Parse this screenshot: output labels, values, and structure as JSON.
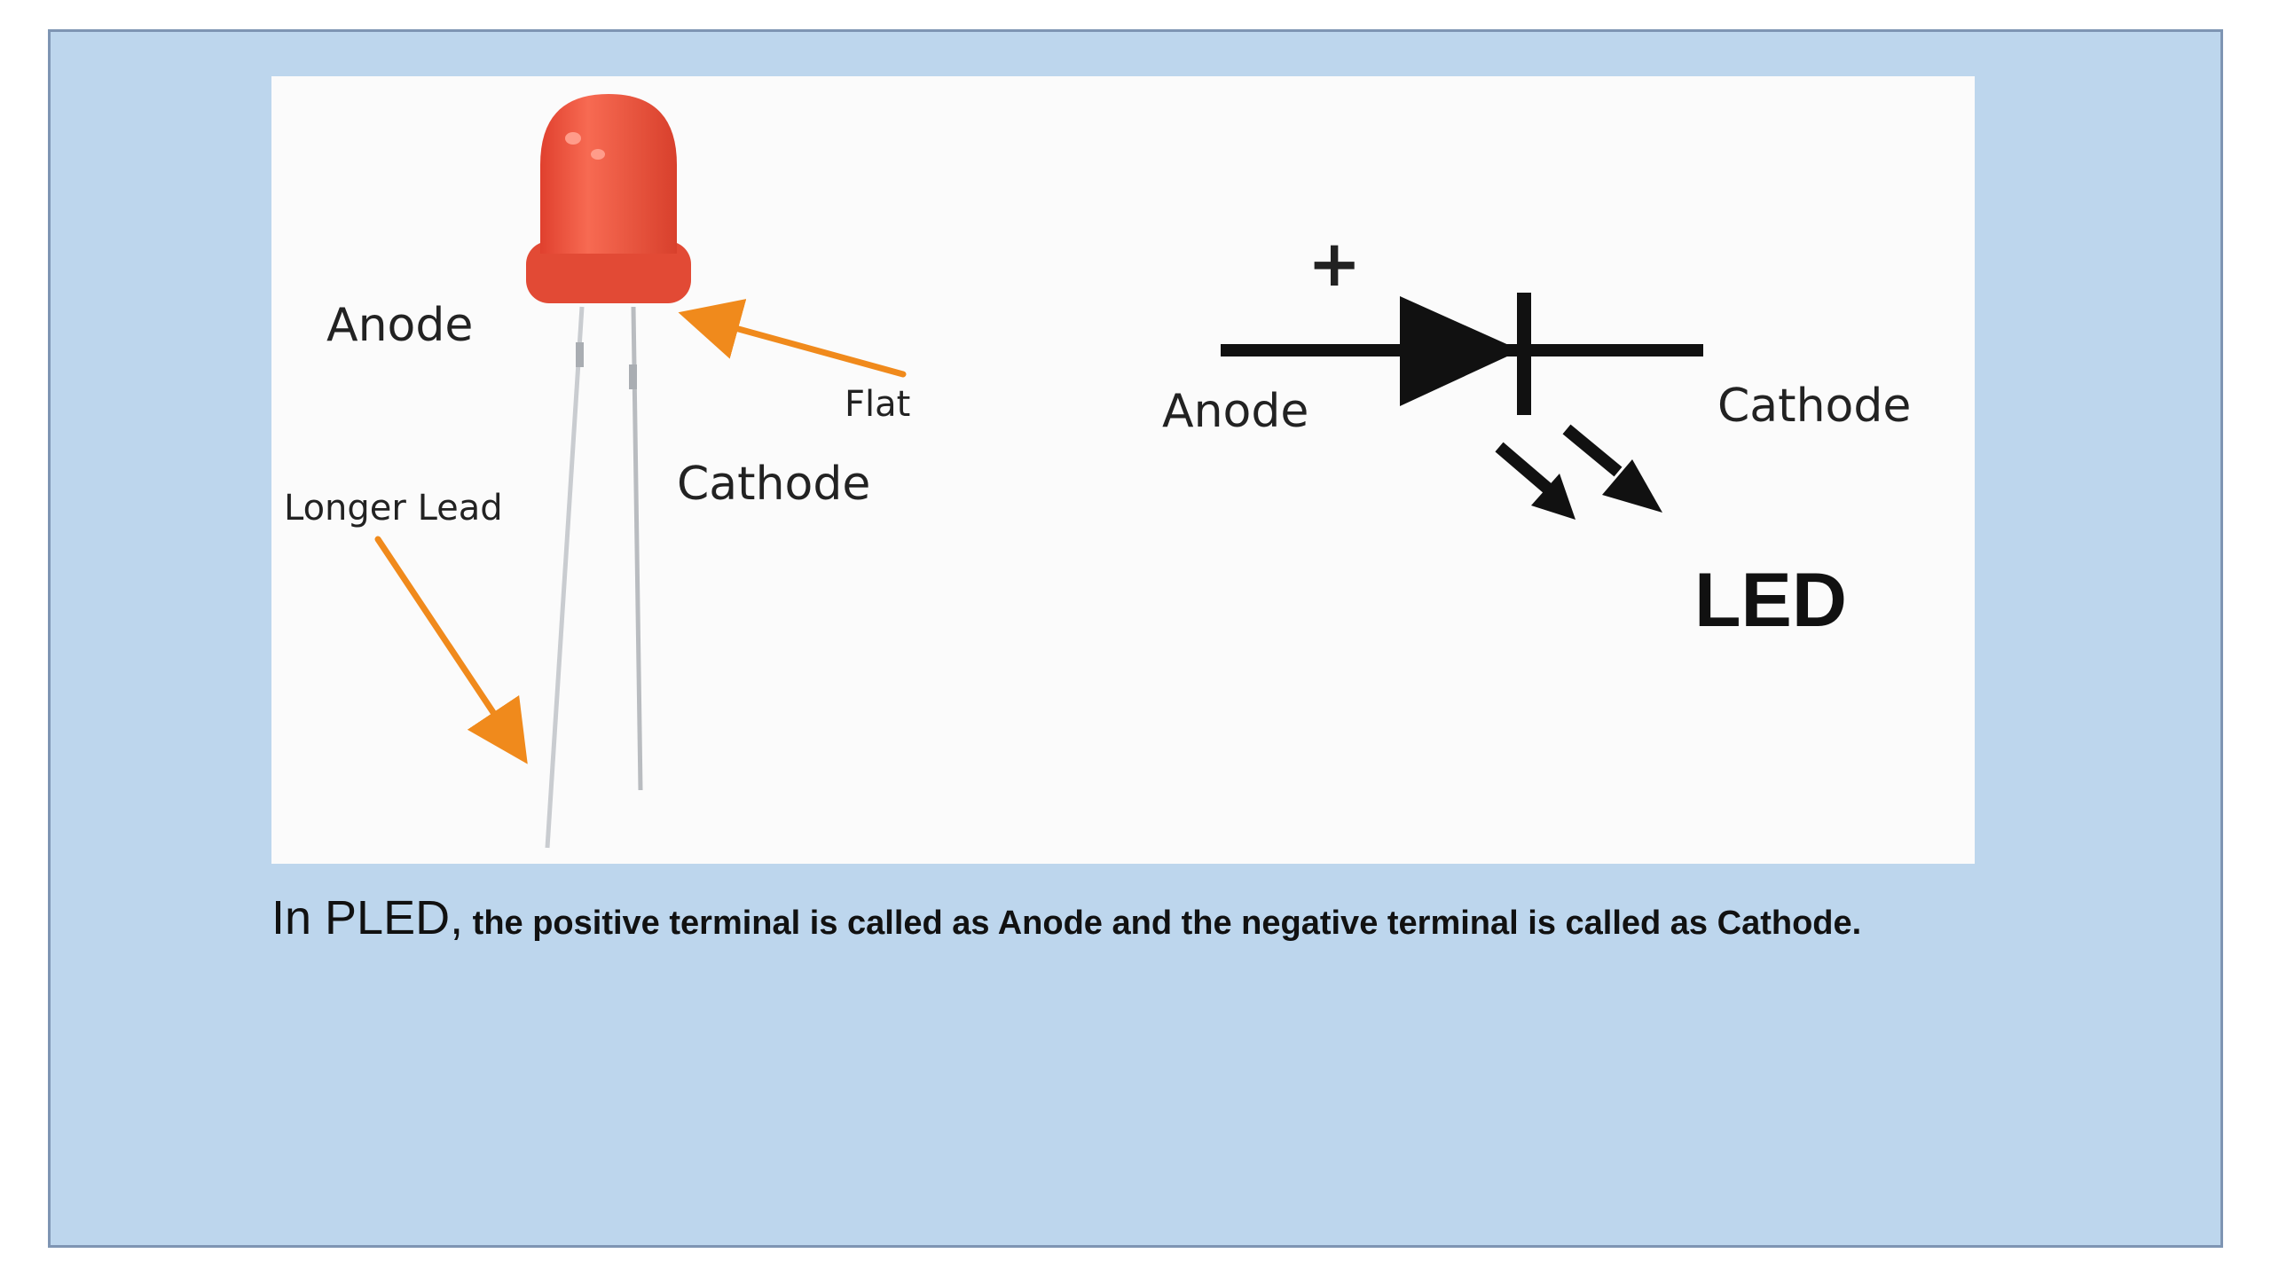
{
  "diagram": {
    "photo_labels": {
      "anode": "Anode",
      "flat": "Flat",
      "cathode": "Cathode",
      "longer_lead": "Longer Lead"
    },
    "symbol_labels": {
      "plus": "+",
      "anode": "Anode",
      "cathode": "Cathode",
      "title": "LED"
    },
    "colors": {
      "led_body": "#f0553f",
      "arrow": "#f08a1c",
      "slide_background": "#bdd6ed",
      "slide_border": "#7e95b3"
    }
  },
  "caption": {
    "lead": "In PLED,",
    "rest": " the positive terminal is called as Anode and the negative terminal is called as Cathode."
  }
}
